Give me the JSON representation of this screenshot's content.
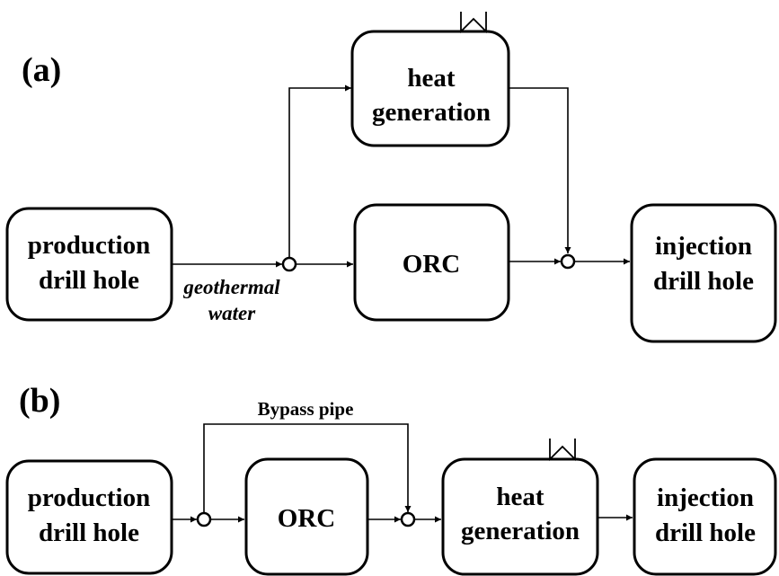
{
  "panel_a": {
    "label": "(a)",
    "production": {
      "line1": "production",
      "line2": "drill hole"
    },
    "heat": {
      "line1": "heat",
      "line2": "generation"
    },
    "orc": {
      "label": "ORC"
    },
    "injection": {
      "line1": "injection",
      "line2": "drill hole"
    },
    "flow": {
      "line1": "geothermal",
      "line2": "water"
    }
  },
  "panel_b": {
    "label": "(b)",
    "bypass": "Bypass pipe",
    "production": {
      "line1": "production",
      "line2": "drill hole"
    },
    "orc": {
      "label": "ORC"
    },
    "heat": {
      "line1": "heat",
      "line2": "generation"
    },
    "injection": {
      "line1": "injection",
      "line2": "drill hole"
    }
  }
}
